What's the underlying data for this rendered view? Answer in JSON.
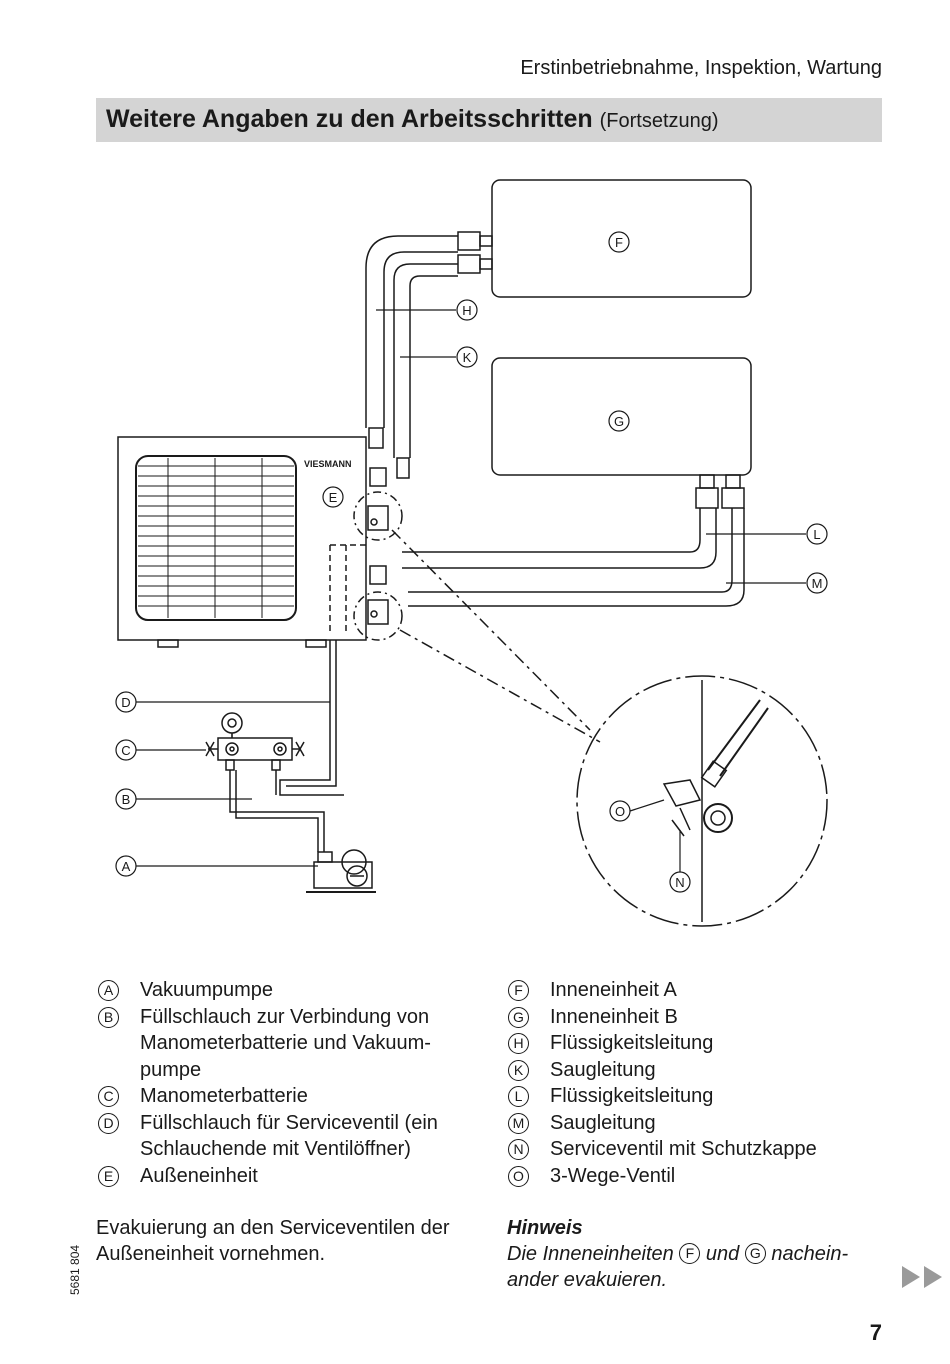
{
  "header": {
    "running_title": "Erstinbetriebnahme, Inspektion, Wartung",
    "section_title": "Weitere Angaben zu den Arbeitsschritten",
    "section_subtitle": "(Fortsetzung)"
  },
  "diagram": {
    "brand_label": "VIESMANN",
    "callouts": [
      "A",
      "B",
      "C",
      "D",
      "E",
      "F",
      "G",
      "H",
      "K",
      "L",
      "M",
      "N",
      "O"
    ]
  },
  "legend_left": [
    {
      "key": "A",
      "text": "Vakuumpumpe"
    },
    {
      "key": "B",
      "text": "Füllschlauch zur Verbindung von Manometerbatterie und Vakuum-pumpe"
    },
    {
      "key": "C",
      "text": "Manometerbatterie"
    },
    {
      "key": "D",
      "text": "Füllschlauch für Serviceventil (ein Schlauchende mit Ventilöffner)"
    },
    {
      "key": "E",
      "text": "Außeneinheit"
    }
  ],
  "legend_right": [
    {
      "key": "F",
      "text": "Inneneinheit A"
    },
    {
      "key": "G",
      "text": "Inneneinheit B"
    },
    {
      "key": "H",
      "text": "Flüssigkeitsleitung"
    },
    {
      "key": "K",
      "text": "Saugleitung"
    },
    {
      "key": "L",
      "text": "Flüssigkeitsleitung"
    },
    {
      "key": "M",
      "text": "Saugleitung"
    },
    {
      "key": "N",
      "text": "Serviceventil mit Schutzkappe"
    },
    {
      "key": "O",
      "text": "3-Wege-Ventil"
    }
  ],
  "instruction": "Evakuierung an den Serviceventilen der Außeneinheit vornehmen.",
  "hinweis": {
    "title": "Hinweis",
    "text_before": "Die Inneneinheiten",
    "key1": "F",
    "text_mid": "und",
    "key2": "G",
    "text_after": "nachein-ander evakuieren."
  },
  "footer": {
    "doc_number": "5681 804",
    "page_number": "7"
  }
}
